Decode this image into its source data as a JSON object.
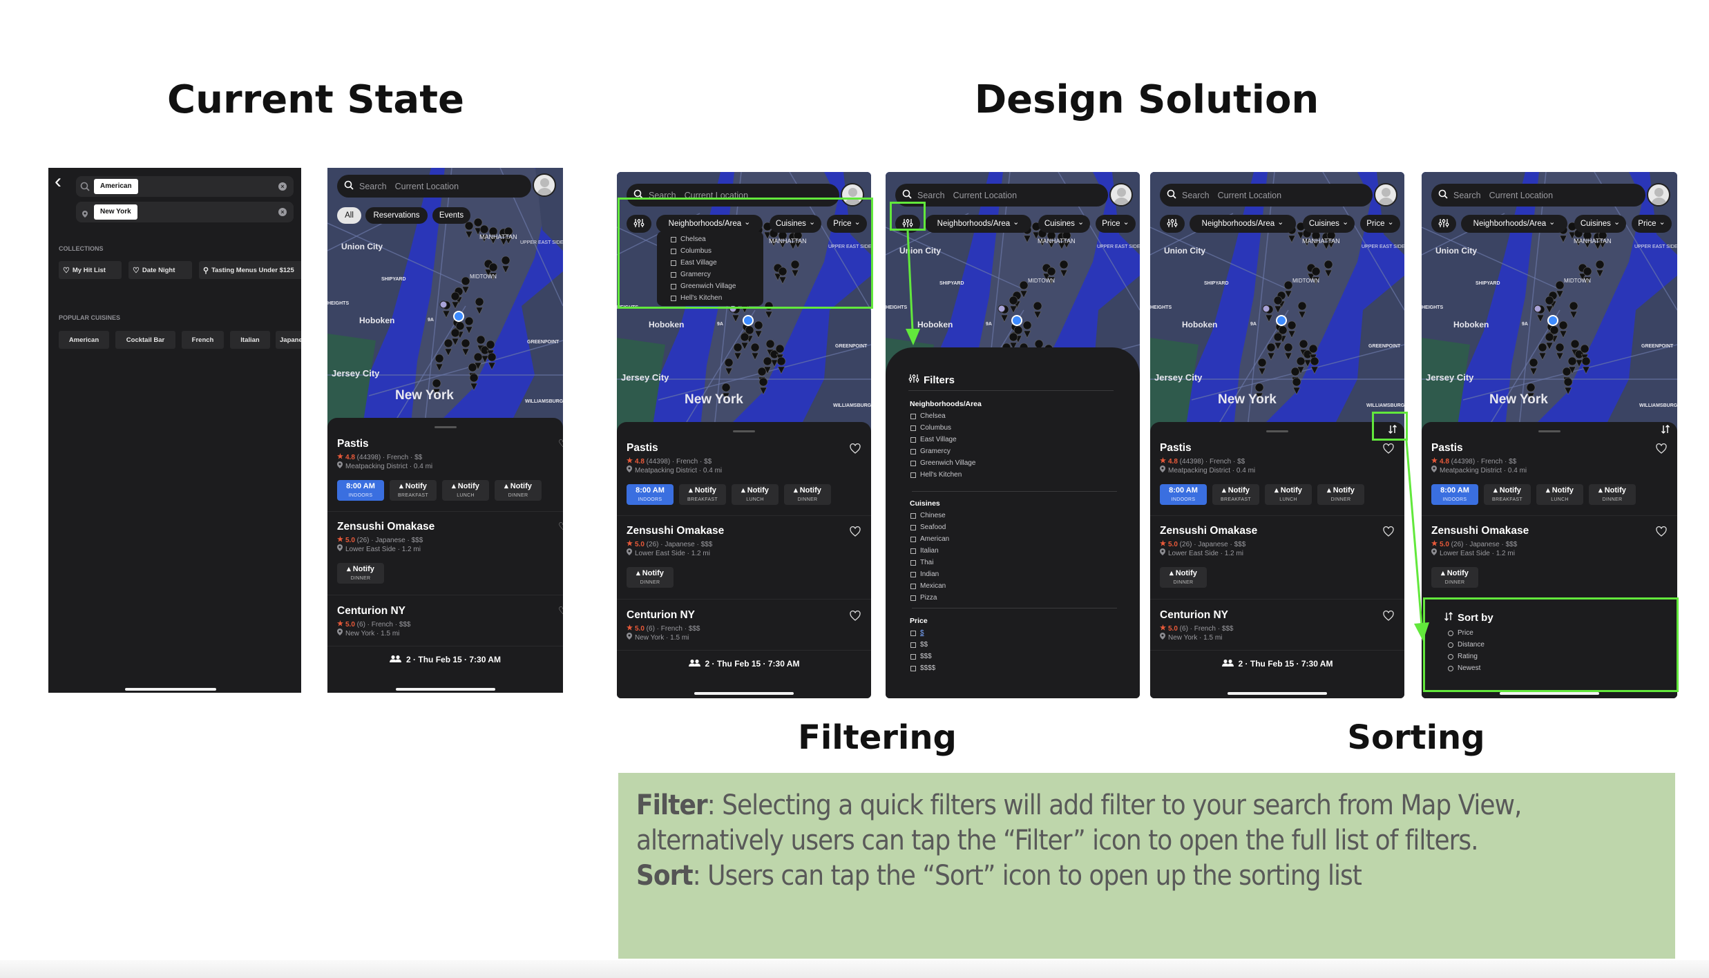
{
  "titles": {
    "current_state": "Current State",
    "design_solution": "Design Solution",
    "filtering": "Filtering",
    "sorting": "Sorting"
  },
  "search_screen": {
    "query_chip": "American",
    "location_chip": "New York",
    "collections_label": "COLLECTIONS",
    "collections": [
      "My Hit List",
      "Date Night",
      "Tasting Menus Under $125"
    ],
    "popular_label": "POPULAR CUISINES",
    "popular_cuisines": [
      "American",
      "Cocktail Bar",
      "French",
      "Italian",
      "Japanese"
    ]
  },
  "map_screen": {
    "search_placeholder": "Search",
    "location": "Current Location",
    "map_labels": {
      "union_city": "Union City",
      "upper_east_side": "UPPER EAST SIDE",
      "manhattan": "MANHATTAN",
      "midtown": "MIDTOWN",
      "shipyard": "SHIPYARD",
      "heights": "HEIGHTS",
      "hoboken": "Hoboken",
      "greenpoint": "GREENPOINT",
      "jersey_city": "Jersey City",
      "new_york": "New York",
      "williamsburg": "WILLIAMSBURG",
      "highway": "9A"
    },
    "current_quick_filters": [
      "All",
      "Reservations",
      "Events"
    ],
    "design_quick_filters": [
      "Neighborhoods/Area",
      "Cuisines",
      "Price"
    ],
    "restaurants": [
      {
        "name": "Pastis",
        "rating": "4.8",
        "reviews": "(44398)",
        "cuisine": "French",
        "price": "$$",
        "location": "Meatpacking District",
        "distance": "0.4 mi",
        "slots": [
          {
            "main": "8:00 AM",
            "sub": "INDOORS",
            "primary": true
          },
          {
            "main": "Notify",
            "sub": "BREAKFAST"
          },
          {
            "main": "Notify",
            "sub": "LUNCH"
          },
          {
            "main": "Notify",
            "sub": "DINNER"
          }
        ]
      },
      {
        "name": "Zensushi Omakase",
        "rating": "5.0",
        "reviews": "(26)",
        "cuisine": "Japanese",
        "price": "$$$",
        "location": "Lower East Side",
        "distance": "1.2 mi",
        "slots": [
          {
            "main": "Notify",
            "sub": "DINNER"
          }
        ]
      },
      {
        "name": "Centurion NY",
        "rating": "5.0",
        "reviews": "(6)",
        "cuisine": "French",
        "price": "$$$",
        "location": "New York",
        "distance": "1.5 mi",
        "slots": []
      }
    ],
    "footer": "2 · Thu Feb 15 · 7:30 AM"
  },
  "filters": {
    "title": "Filters",
    "neighborhoods_label": "Neighborhoods/Area",
    "neighborhoods": [
      "Chelsea",
      "Columbus",
      "East Village",
      "Gramercy",
      "Greenwich Village",
      "Hell's Kitchen"
    ],
    "cuisines_label": "Cuisines",
    "cuisines": [
      "Chinese",
      "Seafood",
      "American",
      "Italian",
      "Thai",
      "Indian",
      "Mexican",
      "Pizza"
    ],
    "price_label": "Price",
    "prices": [
      "$",
      "$$",
      "$$$",
      "$$$$"
    ]
  },
  "sort": {
    "title": "Sort by",
    "options": [
      "Price",
      "Distance",
      "Rating",
      "Newest"
    ]
  },
  "description": {
    "filter_label": "Filter",
    "filter_text": ": Selecting a quick filters will add filter to your search from Map View, alternatively users can tap the “Filter” icon to open the full list of filters.",
    "sort_label": "Sort",
    "sort_text": ": Users can tap the “Sort” icon  to open up the sorting list"
  },
  "colors": {
    "highlight": "#62e83c",
    "primary_slot": "#3a6fe0",
    "rating": "#ea5a3a",
    "description_bg": "#bed6ab",
    "phone_bg": "#1c1c1e"
  }
}
